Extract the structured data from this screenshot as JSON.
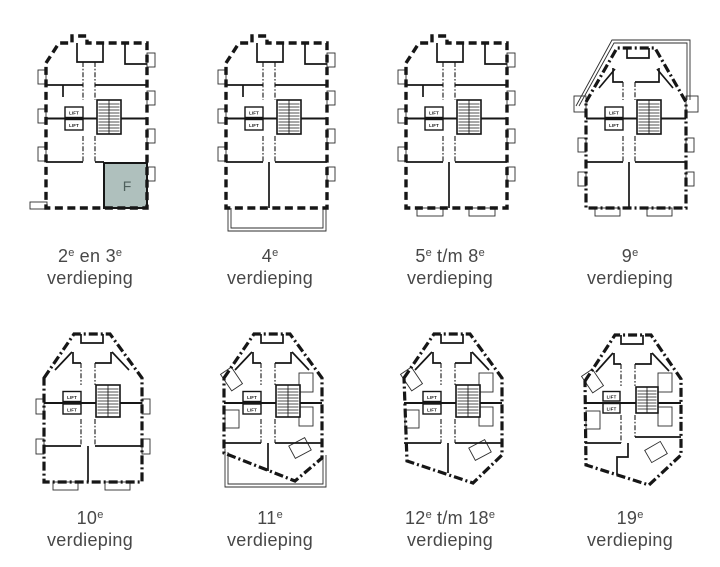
{
  "sheet": {
    "background": "#ffffff"
  },
  "colors": {
    "line": "#161616",
    "caption_text": "#474747",
    "highlight_fill": "#afc0bd",
    "highlight_letter": "#4e5f5c"
  },
  "labels": {
    "lift": "LIFT"
  },
  "plans": [
    {
      "id": "floor-2-3",
      "caption": {
        "a1": "2",
        "s1": "e",
        "a2": " en 3",
        "s2": "e",
        "line2": "verdieping"
      },
      "highlight": "F"
    },
    {
      "id": "floor-4",
      "caption": {
        "a1": "4",
        "s1": "e",
        "line2": "verdieping"
      }
    },
    {
      "id": "floor-5-8",
      "caption": {
        "a1": "5",
        "s1": "e",
        "a2": " t/m 8",
        "s2": "e",
        "line2": "verdieping"
      }
    },
    {
      "id": "floor-9",
      "caption": {
        "a1": "9",
        "s1": "e",
        "line2": "verdieping"
      }
    },
    {
      "id": "floor-10",
      "caption": {
        "a1": "10",
        "s1": "e",
        "line2": "verdieping"
      }
    },
    {
      "id": "floor-11",
      "caption": {
        "a1": "11",
        "s1": "e",
        "line2": "verdieping"
      }
    },
    {
      "id": "floor-12-18",
      "caption": {
        "a1": "12",
        "s1": "e",
        "a2": " t/m 18",
        "s2": "e",
        "line2": "verdieping"
      }
    },
    {
      "id": "floor-19",
      "caption": {
        "a1": "19",
        "s1": "e",
        "line2": "verdieping"
      }
    }
  ]
}
